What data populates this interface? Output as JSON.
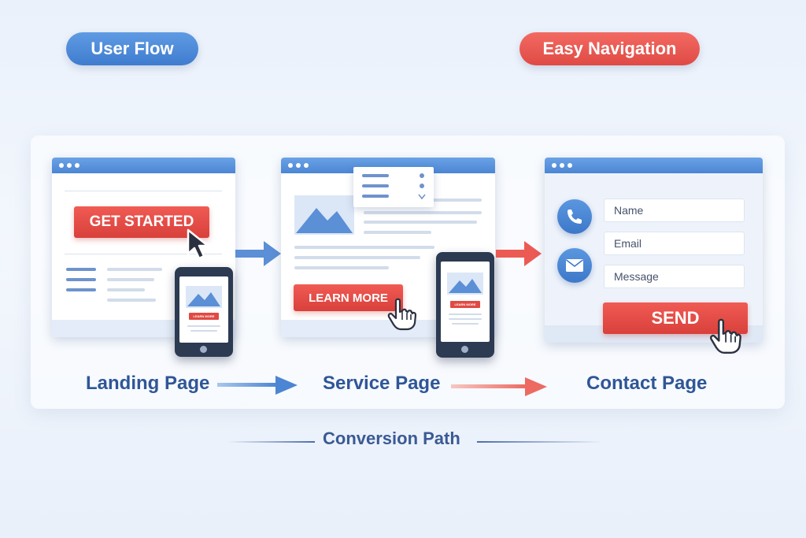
{
  "header": {
    "user_flow": "User Flow",
    "easy_navigation": "Easy Navigation"
  },
  "landing": {
    "cta": "GET STARTED",
    "phone_cta": "LEARN MORE",
    "label": "Landing Page"
  },
  "service": {
    "cta": "LEARN MORE",
    "phone_cta": "LEARN MORE",
    "label": "Service Page"
  },
  "contact": {
    "name_placeholder": "Name",
    "email_placeholder": "Email",
    "message_placeholder": "Message",
    "send": "SEND",
    "label": "Contact Page"
  },
  "footer": {
    "conversion_path": "Conversion Path"
  },
  "colors": {
    "blue": "#4c85d3",
    "red": "#e04a45",
    "navy": "#2f5697"
  }
}
